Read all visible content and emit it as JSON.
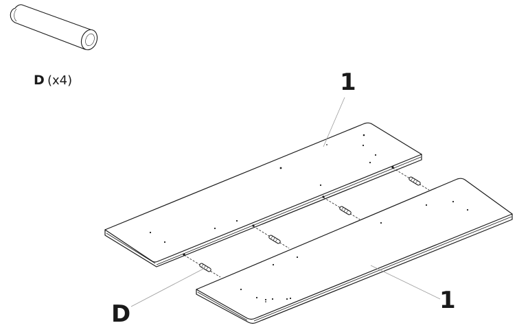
{
  "parts": {
    "dowel": {
      "letter": "D",
      "quantity": "(x4)",
      "icon": "wooden-dowel-icon"
    }
  },
  "callouts": {
    "board_top_label": "1",
    "board_bottom_label": "1",
    "dowel_label": "D"
  },
  "colors": {
    "ink": "#1a1a1a",
    "leader": "#9a9a9a",
    "background": "#ffffff"
  }
}
